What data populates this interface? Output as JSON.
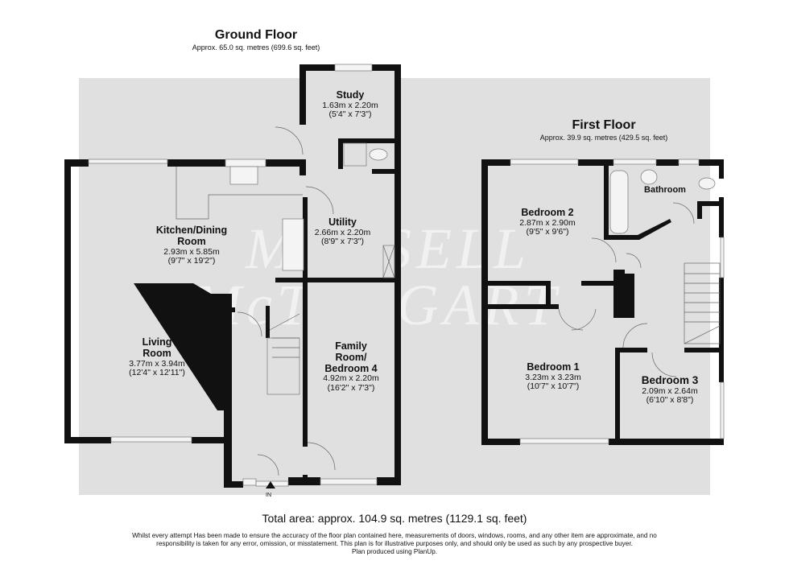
{
  "ground_floor": {
    "title": "Ground Floor",
    "area": "Approx. 65.0 sq. metres (699.6 sq. feet)",
    "rooms": [
      {
        "name": "Study",
        "metric": "1.63m x 2.20m",
        "imperial": "(5'4\" x 7'3\")"
      },
      {
        "name": "Kitchen/Dining Room",
        "line1": "Kitchen/Dining",
        "line2": "Room",
        "metric": "2.93m x 5.85m",
        "imperial": "(9'7\" x 19'2\")"
      },
      {
        "name": "Utility",
        "metric": "2.66m x 2.20m",
        "imperial": "(8'9\" x 7'3\")"
      },
      {
        "name": "Living Room",
        "line1": "Living",
        "line2": "Room",
        "metric": "3.77m x 3.94m",
        "imperial": "(12'4\" x 12'11\")"
      },
      {
        "name": "Family Room/Bedroom 4",
        "line1": "Family",
        "line2": "Room/",
        "line3": "Bedroom 4",
        "metric": "4.92m x 2.20m",
        "imperial": "(16'2\" x 7'3\")"
      }
    ],
    "entrance_label": "IN"
  },
  "first_floor": {
    "title": "First Floor",
    "area": "Approx. 39.9 sq. metres (429.5 sq. feet)",
    "rooms": [
      {
        "name": "Bathroom"
      },
      {
        "name": "Bedroom 2",
        "metric": "2.87m x 2.90m",
        "imperial": "(9'5\" x 9'6\")"
      },
      {
        "name": "Bedroom 1",
        "metric": "3.23m x 3.23m",
        "imperial": "(10'7\" x 10'7\")"
      },
      {
        "name": "Bedroom 3",
        "metric": "2.09m x 2.64m",
        "imperial": "(6'10\" x 8'8\")"
      }
    ]
  },
  "watermark": {
    "line1": "MANSELL",
    "line2": "McTAGGART"
  },
  "footer": {
    "total_area": "Total area: approx. 104.9 sq. metres (1129.1 sq. feet)",
    "disclaimer_1": "Whilst every attempt Has been made to ensure the accuracy of the floor plan contained here, measurements of doors, windows, rooms, and any other item are approximate, and no responsibility is taken for any error, omission, or misstatement. This plan is for illustrative purposes only, and should only be used as such by any prospective buyer.",
    "credit": "Plan produced using PlanUp."
  }
}
